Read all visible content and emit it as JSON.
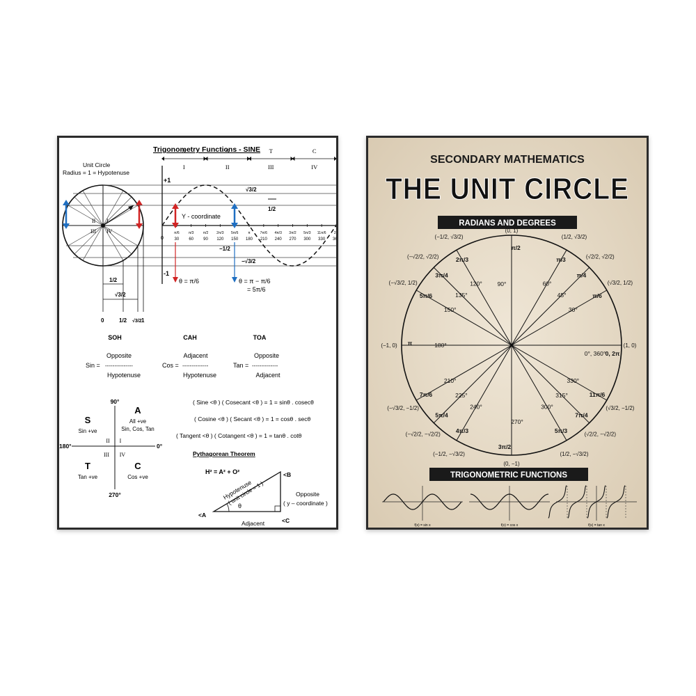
{
  "left": {
    "title": "Trigonometry Functions - SINE",
    "uc_label": "Unit Circle",
    "radius_label": "Radius = 1 = Hypotenuse",
    "quads": [
      {
        "letter": "A",
        "roman": "I"
      },
      {
        "letter": "S",
        "roman": "II"
      },
      {
        "letter": "T",
        "roman": "III"
      },
      {
        "letter": "C",
        "roman": "IV"
      }
    ],
    "y_top": "+1",
    "y_bot": "-1",
    "y_zero": "0",
    "ycoord": "Y - coordinate",
    "arrow_left_eq": "θ = π/6",
    "arrow_right_eq": "θ = π − π/6",
    "arrow_right_eq2": "= 5π/6",
    "axis_rad": [
      "π/6",
      "π/3",
      "π/2",
      "2π/3",
      "5π/6",
      "π",
      "7π/6",
      "4π/3",
      "3π/2",
      "5π/3",
      "11π/6",
      "2π"
    ],
    "axis_deg": [
      "30",
      "60",
      "90",
      "120",
      "150",
      "180",
      "210",
      "240",
      "270",
      "300",
      "330",
      "360"
    ],
    "val_r3_2": "√3/2",
    "val_half": "1/2",
    "val_neg_half": "−1/2",
    "val_neg_r3_2": "−√3/2",
    "below_half": "1/2",
    "below_r3": "√3/2",
    "below_zero": "0",
    "below_one": "1",
    "soh": {
      "head": "SOH",
      "lhs": "Sin =",
      "top": "Opposite",
      "bot": "Hypotenuse"
    },
    "cah": {
      "head": "CAH",
      "lhs": "Cos =",
      "top": "Adjacent",
      "bot": "Hypotenuse"
    },
    "toa": {
      "head": "TOA",
      "lhs": "Tan =",
      "top": "Opposite",
      "bot": "Adjacent"
    },
    "astc": {
      "deg90": "90°",
      "deg180": "180°",
      "deg0": "0°",
      "deg270": "270°",
      "S": "S",
      "S_sub": "Sin +ve",
      "A": "A",
      "A_sub1": "All +ve",
      "A_sub2": "Sin, Cos, Tan",
      "T": "T",
      "T_sub": "Tan +ve",
      "C": "C",
      "C_sub": "Cos +ve",
      "q1": "I",
      "q2": "II",
      "q3": "III",
      "q4": "IV"
    },
    "identities": [
      "( Sine <θ ) ( Cosecant <θ ) = 1 = sinθ . cosecθ",
      "( Cosine <θ ) ( Secant <θ ) = 1 = cosθ . secθ",
      "( Tangent <θ ) ( Cotangent <θ ) = 1 = tanθ . cotθ"
    ],
    "pyth_title": "Pythagorean Theorem",
    "pyth_eq": "H² = A² + O²",
    "tri": {
      "A": "<A",
      "B": "<B",
      "C": "<C",
      "hyp": "Hypotenuse",
      "hyp_sub": "( unit circle = 1 )",
      "opp": "Opposite",
      "opp_sub": "( y – coordinate )",
      "adj": "Adjacent",
      "theta": "θ"
    }
  },
  "right": {
    "subtitle": "SECONDARY MATHEMATICS",
    "title": "THE UNIT CIRCLE",
    "banner1": "RADIANS AND DEGREES",
    "banner2": "TRIGONOMETRIC FUNCTIONS",
    "points": [
      {
        "deg": "0°, 360°",
        "rad": "0, 2π",
        "coord": "(1, 0)"
      },
      {
        "deg": "30°",
        "rad": "π/6",
        "coord": "(√3/2, 1/2)"
      },
      {
        "deg": "45°",
        "rad": "π/4",
        "coord": "(√2/2, √2/2)"
      },
      {
        "deg": "60°",
        "rad": "π/3",
        "coord": "(1/2, √3/2)"
      },
      {
        "deg": "90°",
        "rad": "π/2",
        "coord": "(0, 1)"
      },
      {
        "deg": "120°",
        "rad": "2π/3",
        "coord": "(−1/2, √3/2)"
      },
      {
        "deg": "135°",
        "rad": "3π/4",
        "coord": "(−√2/2, √2/2)"
      },
      {
        "deg": "150°",
        "rad": "5π/6",
        "coord": "(−√3/2, 1/2)"
      },
      {
        "deg": "180°",
        "rad": "π",
        "coord": "(−1, 0)"
      },
      {
        "deg": "210°",
        "rad": "7π/6",
        "coord": "(−√3/2, −1/2)"
      },
      {
        "deg": "225°",
        "rad": "5π/4",
        "coord": "(−√2/2, −√2/2)"
      },
      {
        "deg": "240°",
        "rad": "4π/3",
        "coord": "(−1/2, −√3/2)"
      },
      {
        "deg": "270°",
        "rad": "3π/2",
        "coord": "(0, −1)"
      },
      {
        "deg": "300°",
        "rad": "5π/3",
        "coord": "(1/2, −√3/2)"
      },
      {
        "deg": "315°",
        "rad": "7π/4",
        "coord": "(√2/2, −√2/2)"
      },
      {
        "deg": "330°",
        "rad": "11π/6",
        "coord": "(√3/2, −1/2)"
      }
    ],
    "fn_sin": "f(x) = sin x",
    "fn_cos": "f(x) = cos x",
    "fn_tan": "f(x) = tan x"
  }
}
